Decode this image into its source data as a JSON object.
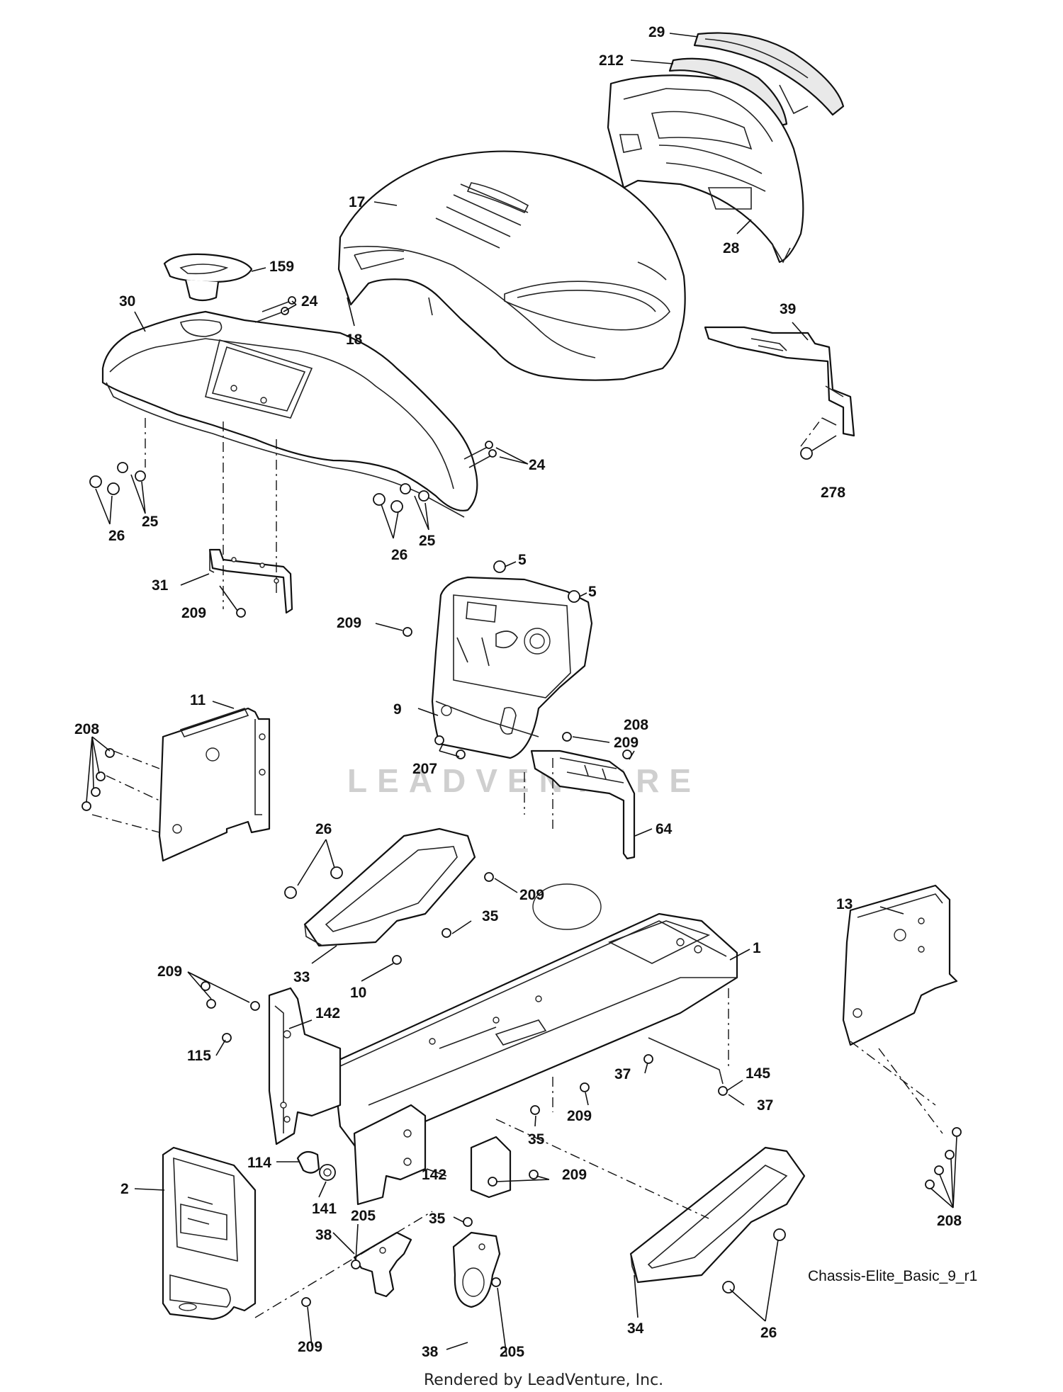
{
  "diagram": {
    "drawing_id": "Chassis-Elite_Basic_9_r1",
    "footer": "Rendered by LeadVenture, Inc.",
    "watermark": "LEADVENTURE",
    "callouts": [
      "29",
      "212",
      "17",
      "28",
      "159",
      "24",
      "30",
      "18",
      "39",
      "24",
      "278",
      "26",
      "25",
      "26",
      "25",
      "5",
      "5",
      "31",
      "209",
      "209",
      "9",
      "209",
      "208",
      "11",
      "208",
      "207",
      "64",
      "26",
      "209",
      "35",
      "1",
      "33",
      "10",
      "209",
      "142",
      "13",
      "115",
      "37",
      "145",
      "37",
      "209",
      "35",
      "114",
      "141",
      "142",
      "209",
      "2",
      "205",
      "35",
      "38",
      "209",
      "34",
      "26",
      "208",
      "38",
      "205"
    ]
  }
}
